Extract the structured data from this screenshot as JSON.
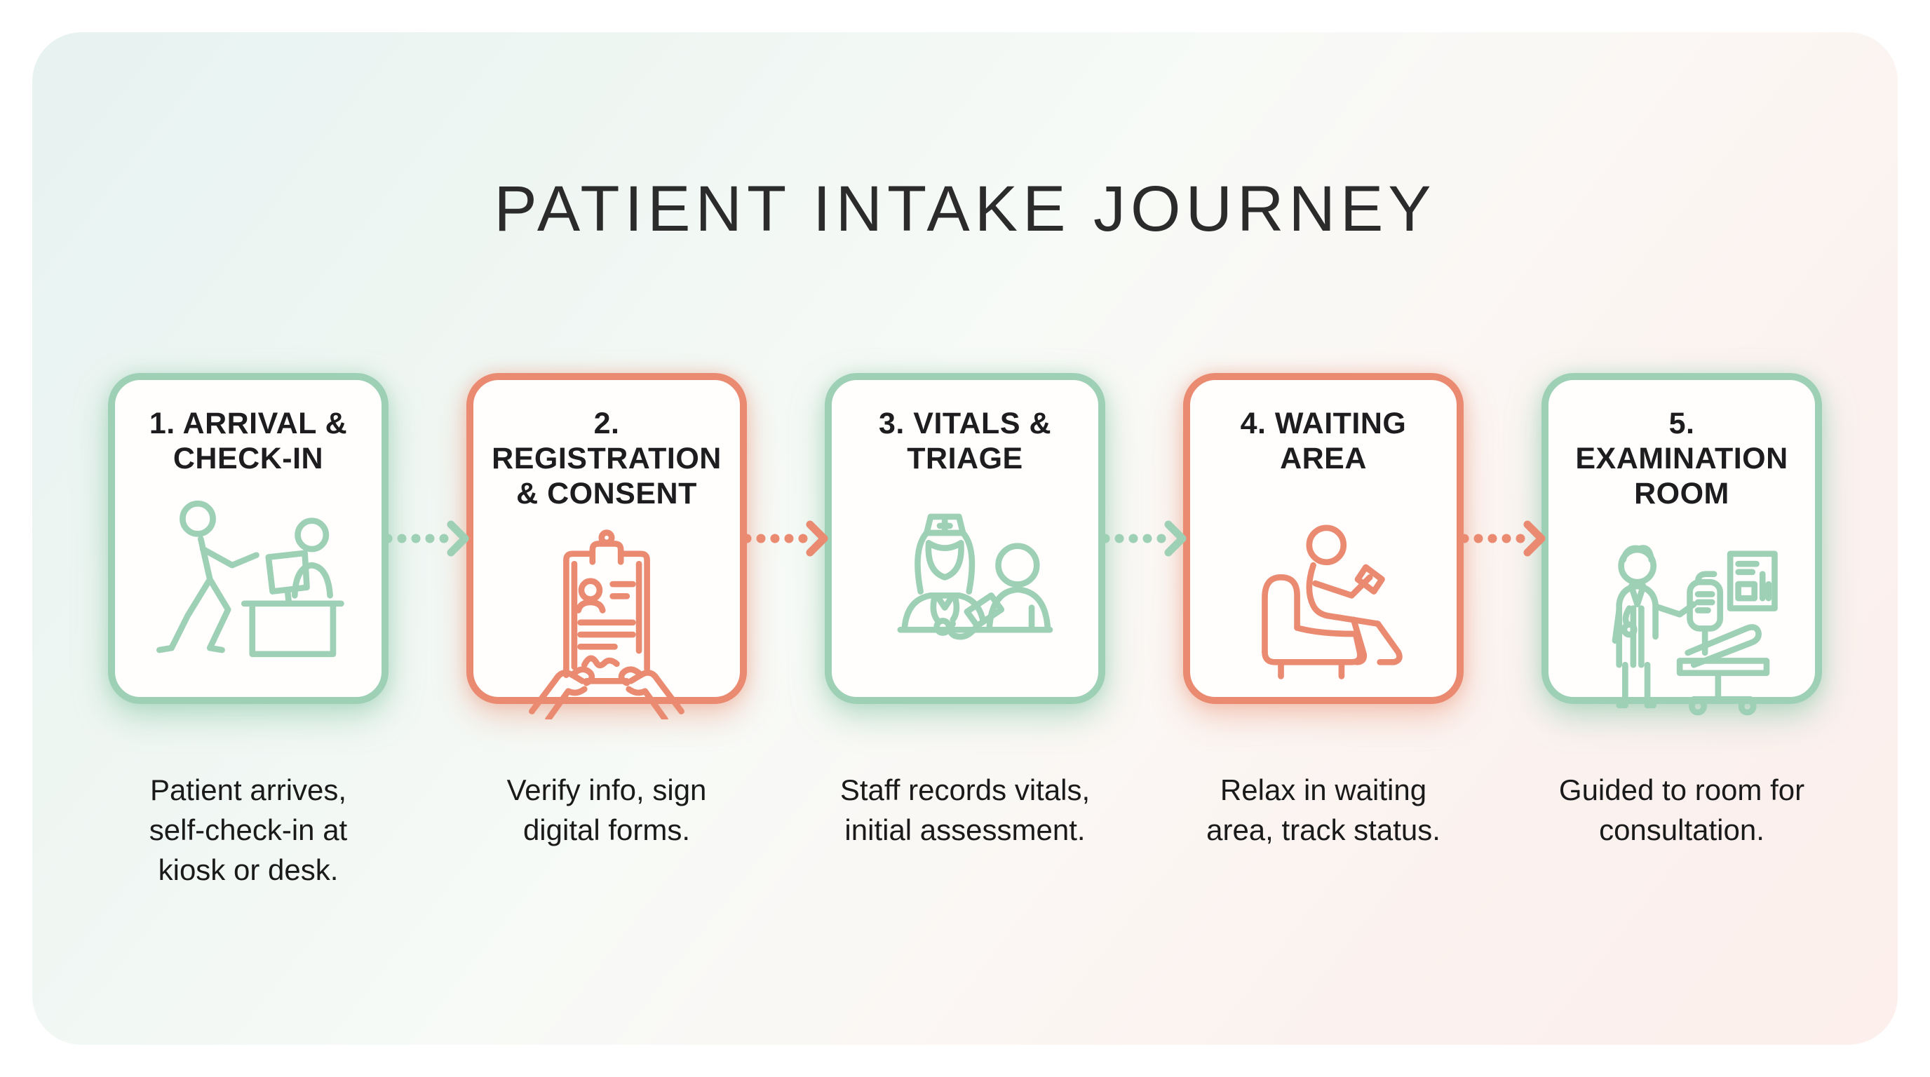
{
  "title": "PATIENT INTAKE JOURNEY",
  "colors": {
    "green": "#9ed0b5",
    "coral": "#ea8a70",
    "heading_text": "#2b2b2b",
    "card_title_text": "#1d1d1f",
    "description_text": "#1a1a1a",
    "card_background": "#fffefd",
    "panel_gradient_start": "#e7f2f1",
    "panel_gradient_end": "#fcefec"
  },
  "steps": [
    {
      "label": "1. ARRIVAL &\nCHECK-IN",
      "description": "Patient arrives,\nself-check-in at\nkiosk or desk.",
      "accent": "green",
      "icon": "arrival-check-in-icon"
    },
    {
      "label": "2. REGISTRATION\n& CONSENT",
      "description": "Verify info, sign\ndigital forms.",
      "accent": "coral",
      "icon": "registration-consent-icon"
    },
    {
      "label": "3. VITALS &\nTRIAGE",
      "description": "Staff records vitals,\ninitial assessment.",
      "accent": "green",
      "icon": "vitals-triage-icon"
    },
    {
      "label": "4. WAITING\nAREA",
      "description": "Relax in waiting\narea, track status.",
      "accent": "coral",
      "icon": "waiting-area-icon"
    },
    {
      "label": "5. EXAMINATION\nROOM",
      "description": "Guided to room for\nconsultation.",
      "accent": "green",
      "icon": "examination-room-icon"
    }
  ],
  "arrows": [
    {
      "accent": "green",
      "direction": "right"
    },
    {
      "accent": "coral",
      "direction": "right"
    },
    {
      "accent": "green",
      "direction": "right"
    },
    {
      "accent": "coral",
      "direction": "right"
    }
  ]
}
